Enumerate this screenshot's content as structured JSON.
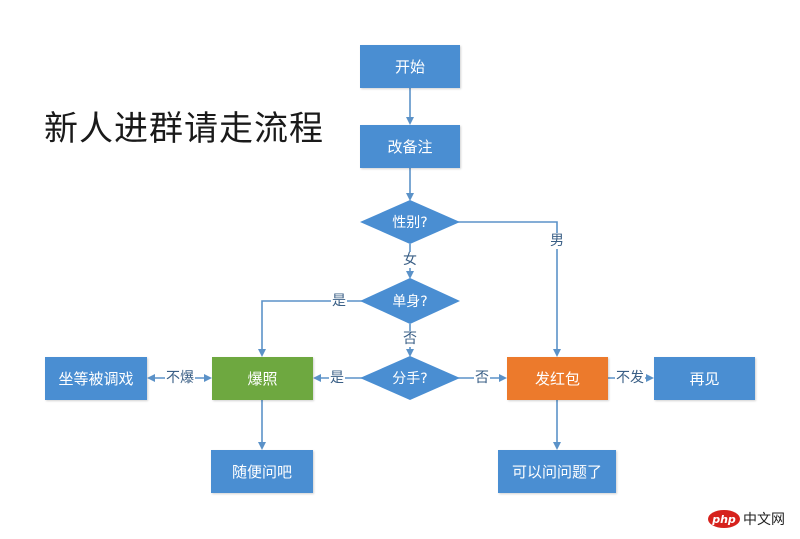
{
  "title": "新人进群请走流程",
  "colors": {
    "process": "#4a8ed2",
    "decision": "#4a8ed2",
    "photo": "#6ea840",
    "redpacket": "#ec7a2c",
    "connector": "#5b92c8",
    "edge_label": "#3a5f86"
  },
  "nodes": {
    "start": "开始",
    "rename": "改备注",
    "gender": "性别?",
    "single": "单身?",
    "breakup": "分手?",
    "show_photo": "爆照",
    "wait_teased": "坐等被调戏",
    "ask_anything": "随便问吧",
    "red_packet": "发红包",
    "goodbye": "再见",
    "can_ask": "可以问问题了"
  },
  "edges": {
    "female": "女",
    "male": "男",
    "single_yes": "是",
    "single_no": "否",
    "breakup_yes": "是",
    "breakup_no": "否",
    "no_photo": "不爆",
    "no_packet": "不发"
  },
  "watermark": {
    "badge": "php",
    "text": "中文网"
  }
}
